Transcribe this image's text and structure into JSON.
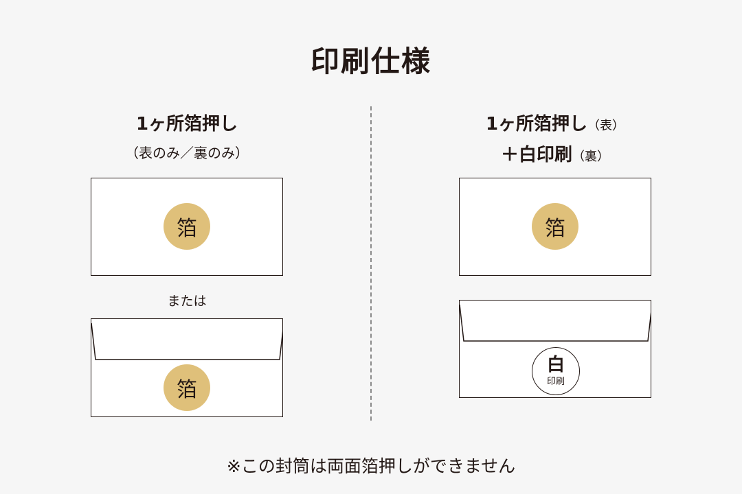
{
  "title": "印刷仕様",
  "left": {
    "heading": "1ヶ所箔押し",
    "subheading": "（表のみ／裏のみ）",
    "front_seal": "箔",
    "or_label": "または",
    "back_seal": "箔"
  },
  "right": {
    "heading": "1ヶ所箔押し",
    "heading_suffix": "（表）",
    "line2": "＋白印刷",
    "line2_suffix": "（裏）",
    "front_seal": "箔",
    "white_seal_main": "白",
    "white_seal_sub": "印刷"
  },
  "note": "※この封筒は両面箔押しができません",
  "colors": {
    "foil": "#dfc07a",
    "ink": "#231815",
    "background": "#f6f6f6"
  }
}
